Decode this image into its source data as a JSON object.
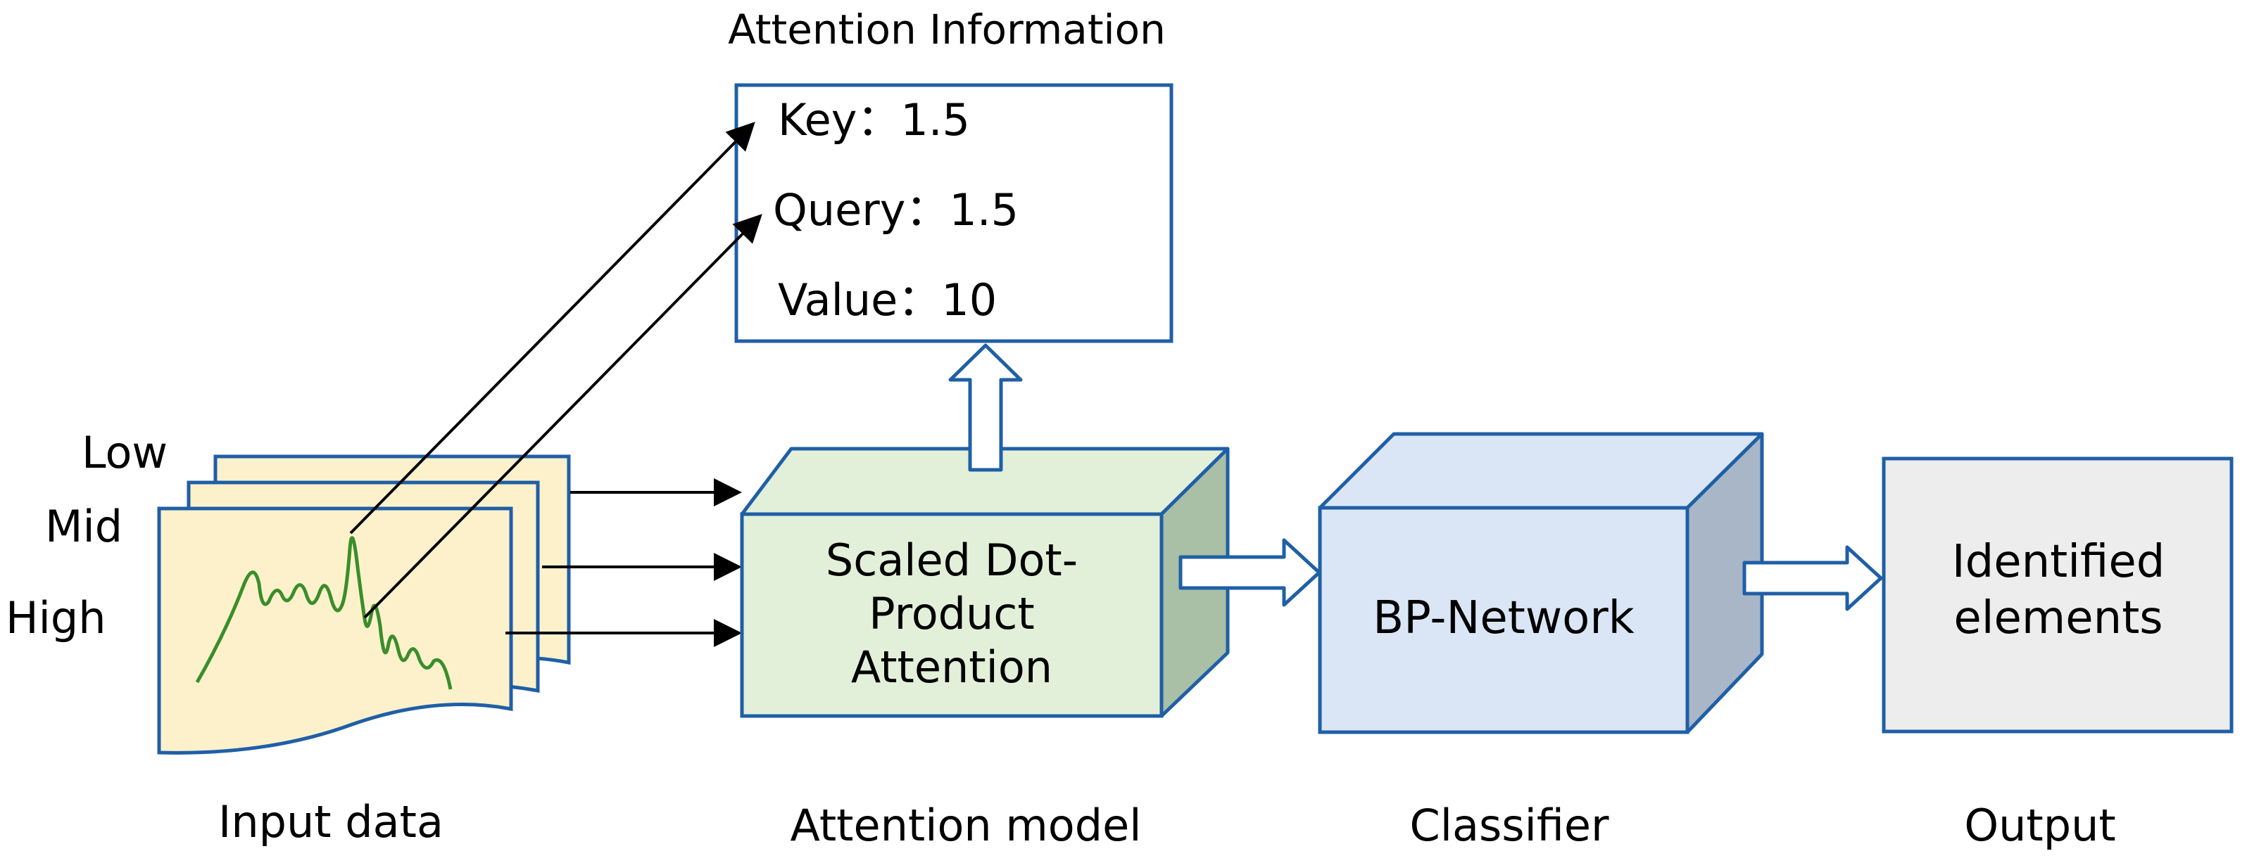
{
  "attention_info": {
    "title": "Attention Information",
    "key": "Key：1.5",
    "query": "Query：1.5",
    "value": "Value：10"
  },
  "input": {
    "levels": [
      "Low",
      "Mid",
      "High"
    ],
    "caption": "Input data"
  },
  "attention_model": {
    "lines": [
      "Scaled Dot-",
      "Product",
      "Attention"
    ],
    "caption": "Attention model"
  },
  "classifier": {
    "label": "BP-Network",
    "caption": "Classifier"
  },
  "output": {
    "lines": [
      "Identified",
      "elements"
    ],
    "caption": "Output"
  },
  "colors": {
    "outline": "#1F5FA6",
    "input_fill": "#FDF1CC",
    "attention_front": "#E2F0D9",
    "attention_top": "#E2F0D9",
    "attention_side": "#A9BFA6",
    "bp_front": "#DAE6F5",
    "bp_top": "#DAE6F5",
    "bp_side": "#A8B6C8",
    "output_fill": "#EDEDED",
    "signal": "#3A8E2A",
    "arrow": "#000000"
  }
}
